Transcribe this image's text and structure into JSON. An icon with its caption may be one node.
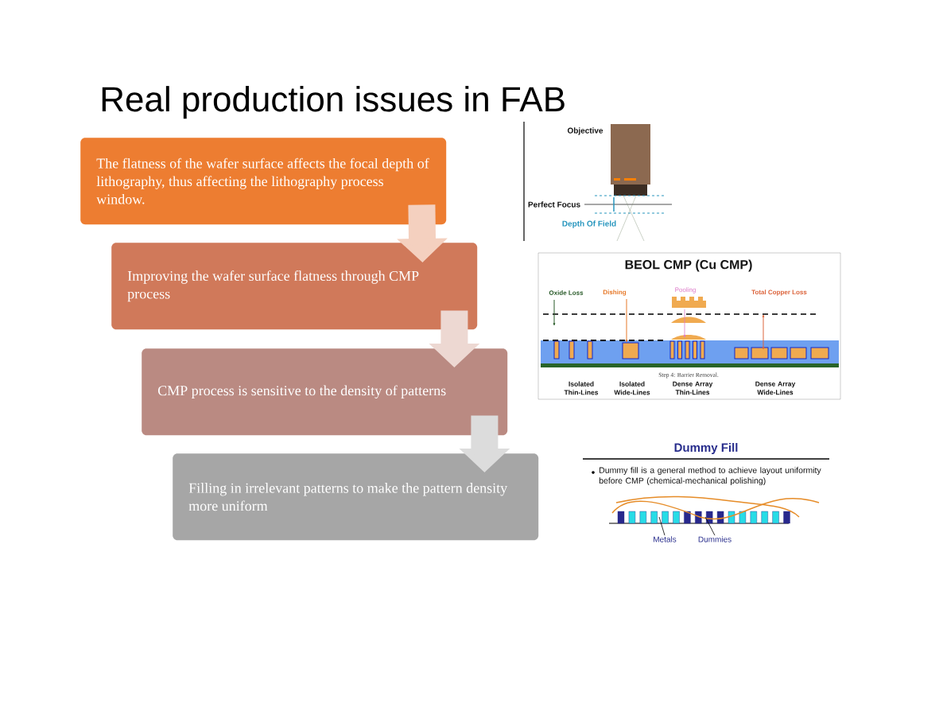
{
  "diagram": {
    "title": "Real production issues in FAB",
    "nodes": [
      {
        "text": [
          "The flatness of the wafer surface affects the focal depth of lithography, thus affecting the lithography process window."
        ]
      },
      {
        "text": [
          "Improving the wafer surface flatness through CMP process"
        ]
      },
      {
        "text": [
          "CMP process is sensitive to the density of patterns"
        ]
      },
      {
        "text": [
          "Filling in irrelevant patterns to make the pattern density more uniform"
        ]
      },
      {
        "text": [
          "Metals"
        ]
      },
      {
        "text": [
          "Dummies"
        ]
      }
    ],
    "edges": [
      {
        "from": 0,
        "to": 1,
        "arrow": "to",
        "color": "#f4d0bf"
      },
      {
        "from": 1,
        "to": 2,
        "arrow": "to",
        "color": "#edd8d2"
      },
      {
        "from": 2,
        "to": 3,
        "arrow": "to",
        "color": "#dcdcdc"
      },
      {
        "from": 4,
        "to": null,
        "arrow": "none"
      },
      {
        "from": 5,
        "to": null,
        "arrow": "none"
      }
    ],
    "labels": [
      "Objective",
      "Perfect Focus",
      "Depth Of Field",
      "BEOL CMP (Cu CMP)",
      "Oxide Loss",
      "Dishing",
      "Pooling",
      "Total Copper Loss",
      "Step 4: Barrier Removal.",
      "Isolated Thin-Lines",
      "Isolated Wide-Lines",
      "Dense Array Thin-Lines",
      "Dense Array Wide-Lines",
      "Dummy Fill",
      "Dummy fill is a general method to achieve layout uniformity before CMP (chemical-mechanical polishing)"
    ]
  }
}
